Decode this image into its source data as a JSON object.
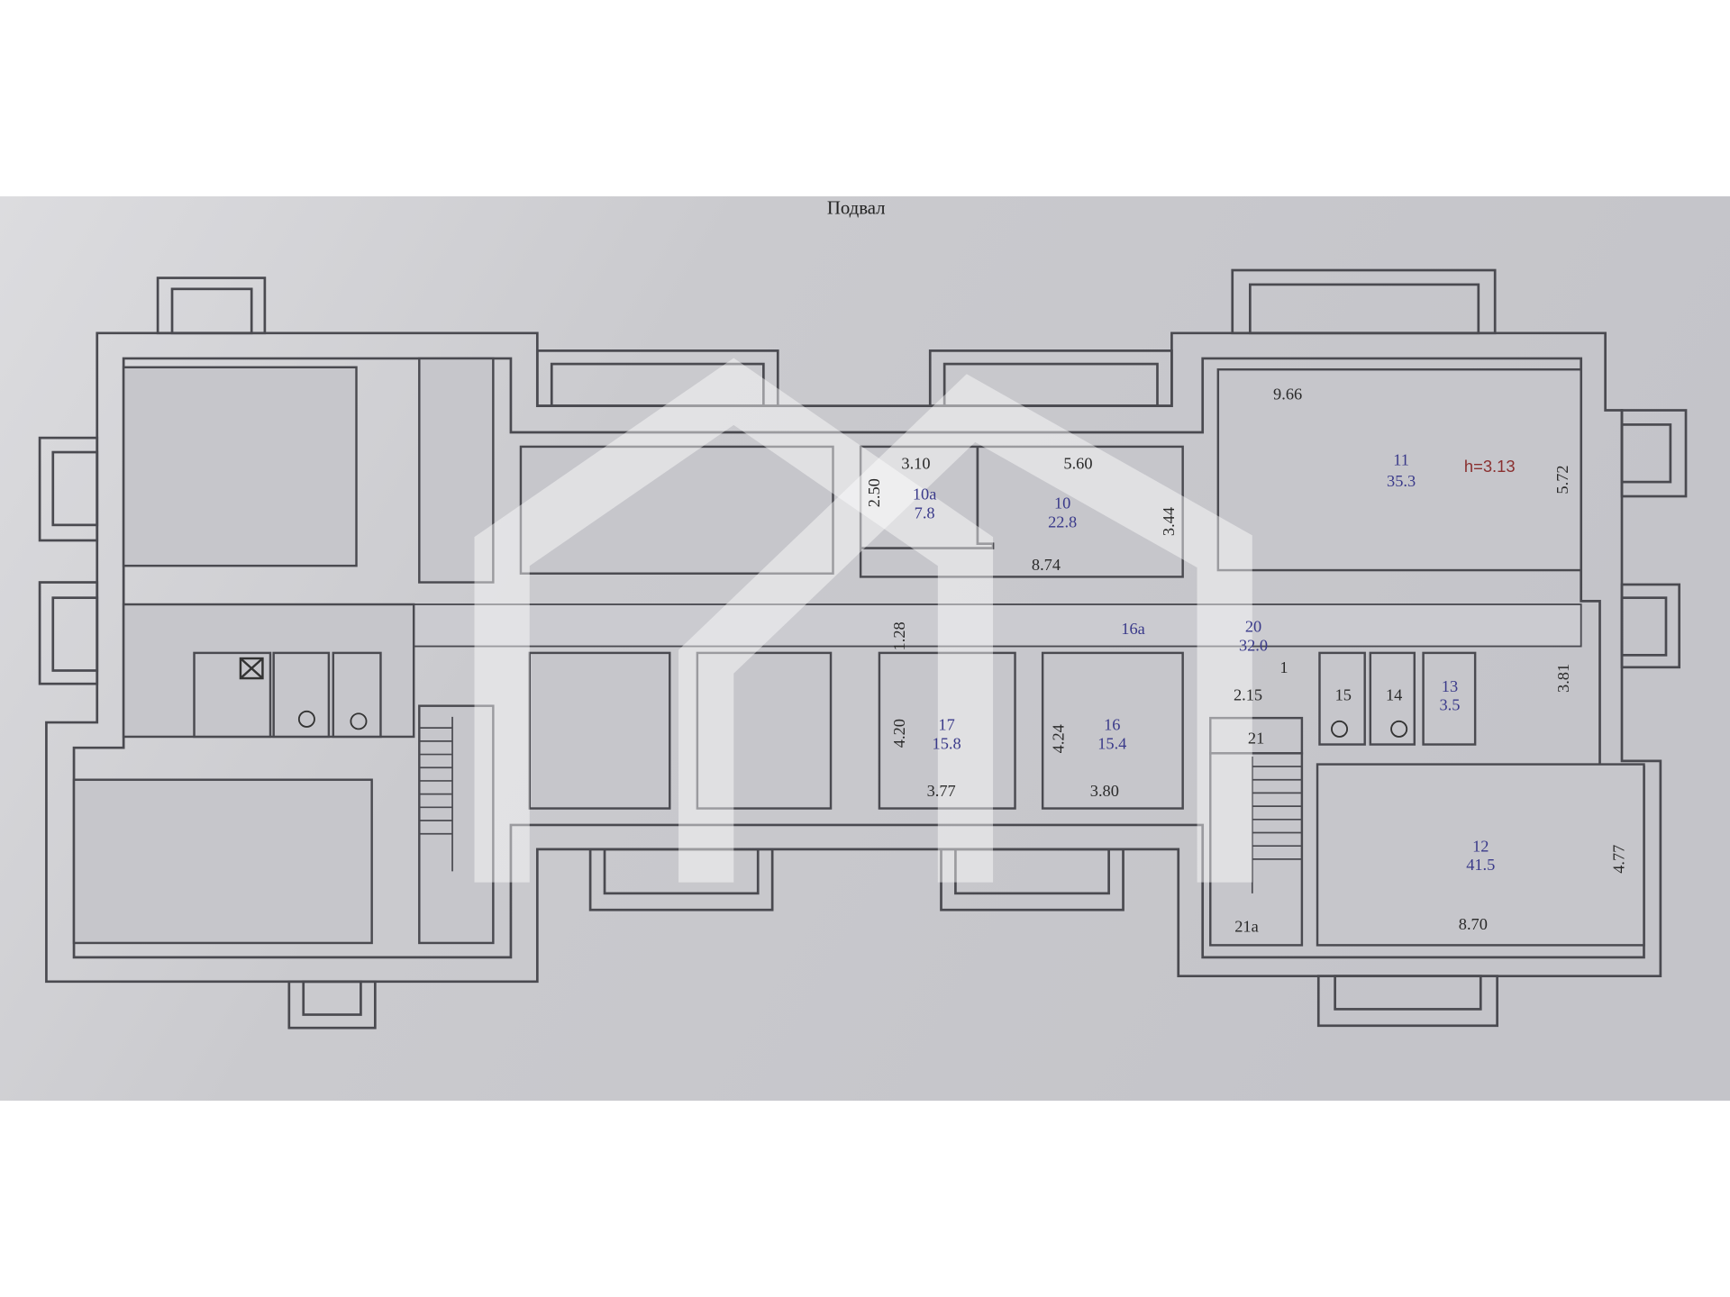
{
  "title": "Подвал",
  "height_label": "h=3.13",
  "rooms": {
    "r10a": {
      "number": "10a",
      "area": "7.8"
    },
    "r10": {
      "number": "10",
      "area": "22.8"
    },
    "r11": {
      "number": "11",
      "area": "35.3"
    },
    "r12": {
      "number": "12",
      "area": "41.5"
    },
    "r13": {
      "number": "13",
      "area": "3.5"
    },
    "r14": {
      "number": "14"
    },
    "r15": {
      "number": "15"
    },
    "r16": {
      "number": "16",
      "area": "15.4"
    },
    "r16a": {
      "number": "16a"
    },
    "r17": {
      "number": "17",
      "area": "15.8"
    },
    "r20": {
      "number": "20",
      "area": "32.0"
    },
    "r21": {
      "number": "21"
    },
    "r21a": {
      "number": "21a"
    }
  },
  "dimensions": {
    "d310": "3.10",
    "d560": "5.60",
    "d250": "2.50",
    "d344": "3.44",
    "d874": "8.74",
    "d966": "9.66",
    "d572": "5.72",
    "d128": "1.28",
    "d420": "4.20",
    "d377": "3.77",
    "d424": "4.24",
    "d380": "3.80",
    "d215": "2.15",
    "d1": "1",
    "d381": "3.81",
    "d477": "4.77",
    "d870": "8.70"
  }
}
